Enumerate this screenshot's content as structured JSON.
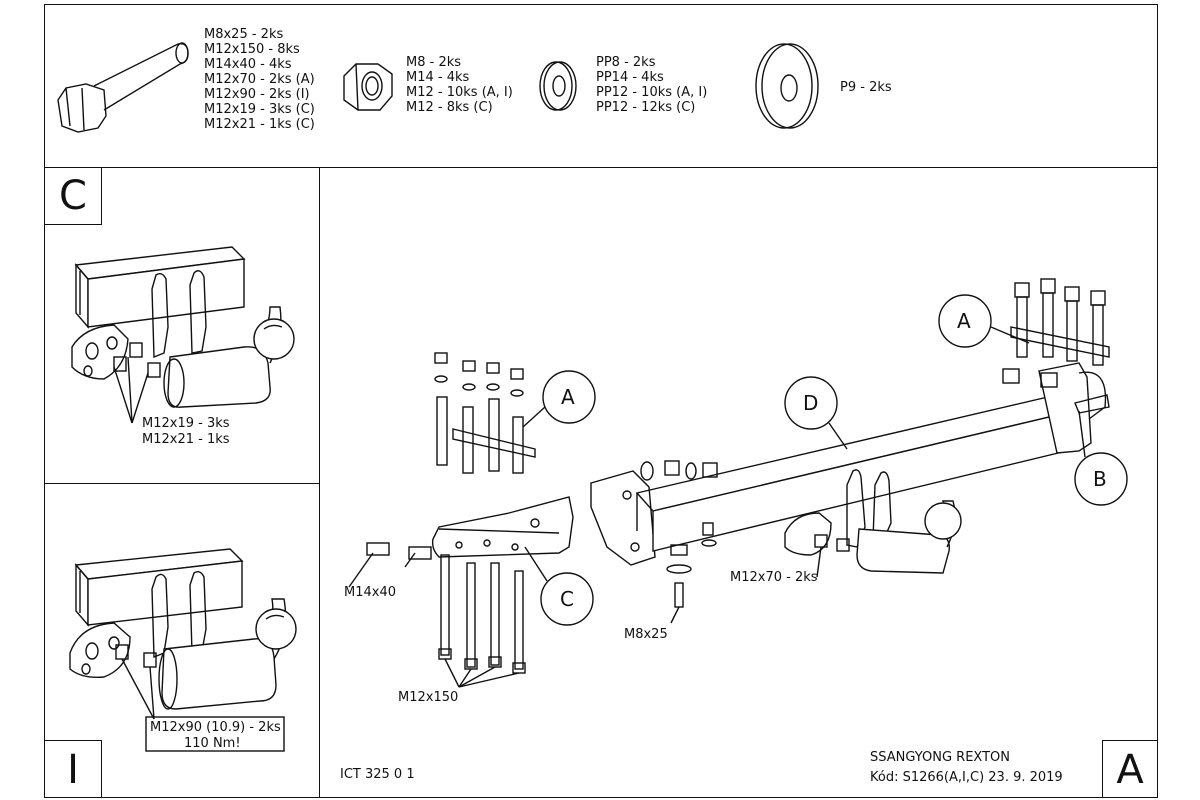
{
  "parts": {
    "bolts": [
      "M8x25 - 2ks",
      "M12x150 - 8ks",
      "M14x40 - 4ks",
      "M12x70 - 2ks (A)",
      "M12x90 - 2ks (I)",
      "M12x19 - 3ks (C)",
      "M12x21 - 1ks (C)"
    ],
    "nuts": [
      "M8 - 2ks",
      "M14 - 4ks",
      "M12 - 10ks (A, I)",
      "M12 - 8ks (C)"
    ],
    "washers": [
      "PP8 - 2ks",
      "PP14 - 4ks",
      "PP12 - 10ks (A, I)",
      "PP12 - 12ks (C)"
    ],
    "large_washer": "P9 - 2ks"
  },
  "panel_c": {
    "letter": "C",
    "label_1": "M12x19 - 3ks",
    "label_2": "M12x21 - 1ks"
  },
  "panel_i": {
    "letter": "I",
    "label_1": "M12x90 (10.9) - 2ks",
    "label_2": "110 Nm!"
  },
  "main": {
    "callout_a_top": "A",
    "callout_a_mid": "A",
    "callout_b": "B",
    "callout_c": "C",
    "callout_d": "D",
    "label_m14x40": "M14x40",
    "label_m12x150": "M12x150",
    "label_m8x25": "M8x25",
    "label_m12x70": "M12x70 - 2ks",
    "ict_code": "ICT 325 0 1",
    "vehicle": "SSANGYONG REXTON",
    "code": "Kód: S1266(A,I,C)  23. 9. 2019",
    "variant_letter": "A"
  }
}
